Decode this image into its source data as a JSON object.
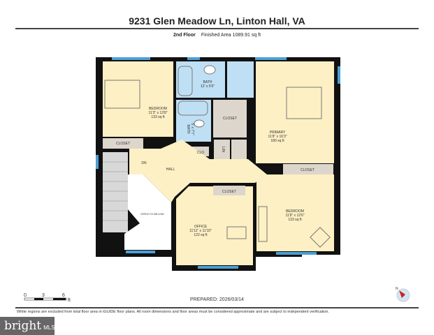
{
  "title": "9231 Glen Meadow Ln, Linton Hall, VA",
  "floor": {
    "name": "2nd Floor",
    "area": "Finished Area 1089.91 sq ft"
  },
  "rooms": {
    "bedroom1": {
      "name": "BEDROOM",
      "dims": "11'3\" x 13'8\"",
      "area": "133 sq ft"
    },
    "bath1": {
      "name": "BATH",
      "dims": "12' x 5'6\""
    },
    "bath2": {
      "name": "BATH",
      "dims": "5' x 7'7\""
    },
    "closet_center": "CLOSET",
    "primary": {
      "name": "PRIMARY",
      "dims": "11'9\" x 16'3\"",
      "area": "180 sq ft"
    },
    "closet_bed1": "CLOSET",
    "clo": "CLO",
    "lin": "LIN",
    "closet_primary": "CLOSET",
    "dn": "DN",
    "hall": "HALL",
    "closet_office": "CLOSET",
    "open_below": "OPEN TO BELOW",
    "office": {
      "name": "OFFICE",
      "dims": "11'11\" x 11'10\"",
      "area": "122 sq ft"
    },
    "bedroom2": {
      "name": "BEDROOM",
      "dims": "11'9\" x 12'6\"",
      "area": "133 sq ft"
    }
  },
  "scale": {
    "ticks": [
      "0",
      "3",
      "6"
    ],
    "unit": "ft"
  },
  "prepared": "PREPARED: 2026/03/14",
  "disclaimer": "White regions are excluded from total floor area in iGUIDE floor plans. All room dimensions and floor areas must be considered approximate and are subject to independent verification.",
  "compass": {
    "label": "N",
    "icon": "compass-icon"
  },
  "logo": {
    "text": "bright",
    "suffix": "MLS"
  },
  "colors": {
    "room": "#fdf0c4",
    "bath": "#bfe0f4",
    "closet": "#ddd6cc",
    "wall": "#111111",
    "window": "#4a9fd6",
    "stairs": "#d8d8d8"
  }
}
